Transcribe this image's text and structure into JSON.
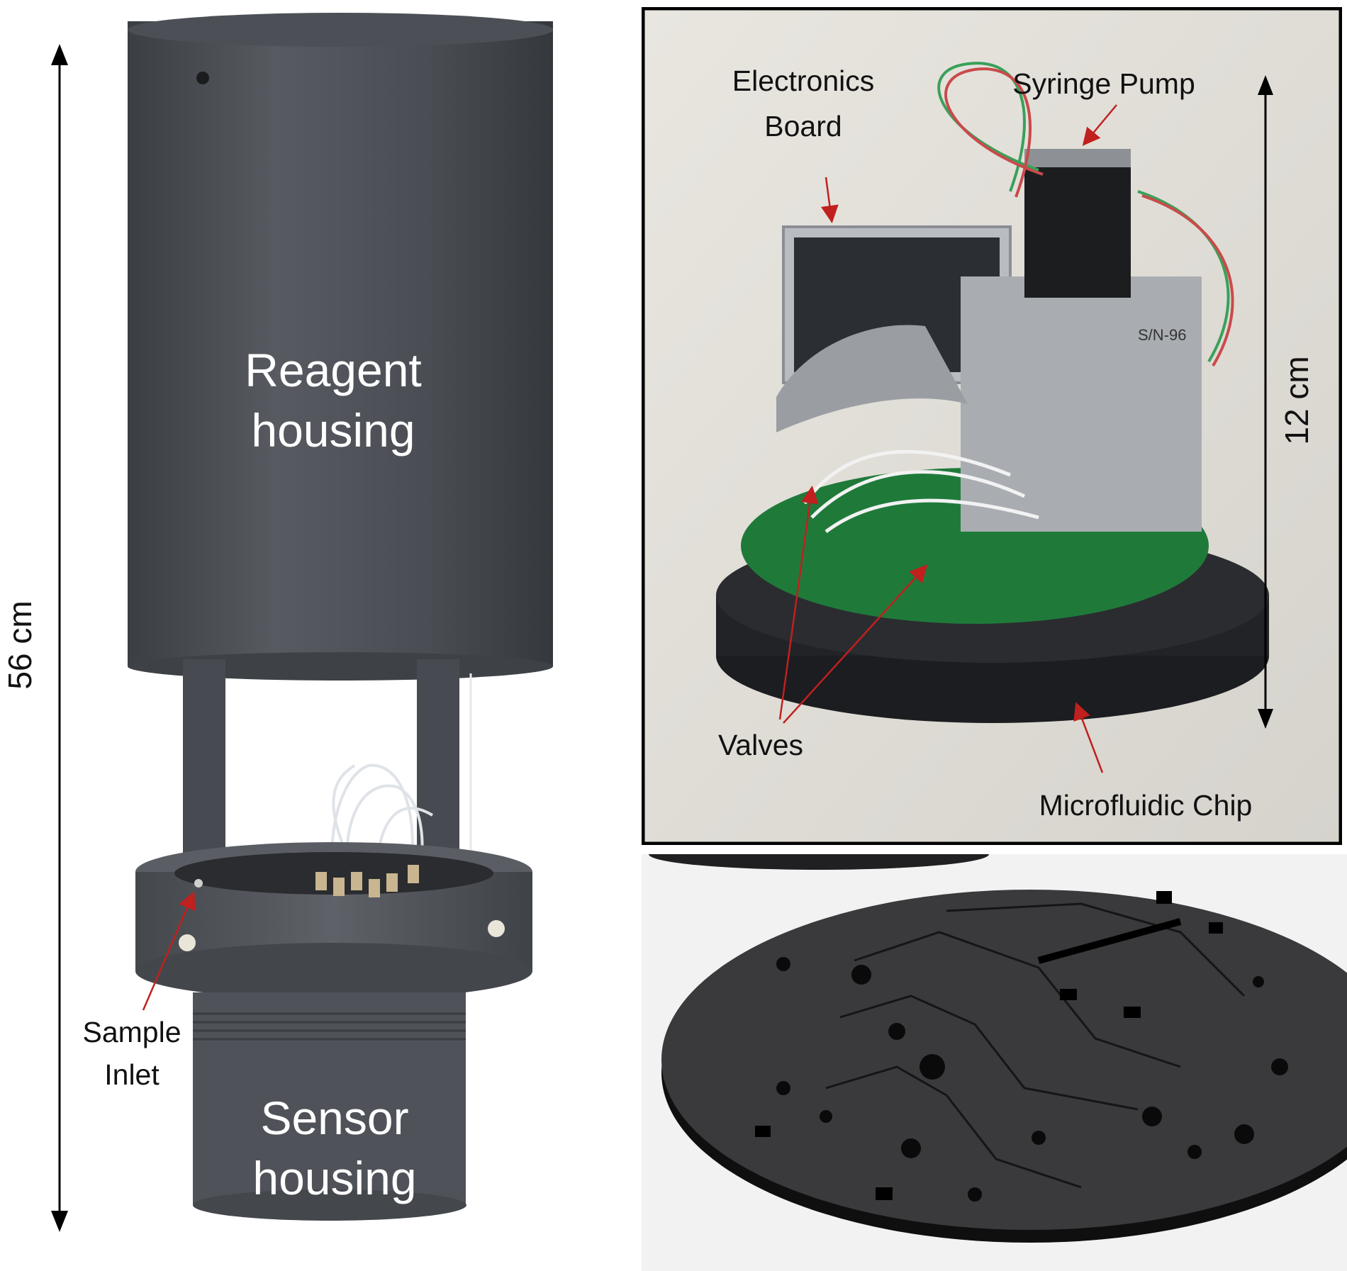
{
  "left_panel": {
    "height_label": "56 cm",
    "reagent_line1": "Reagent",
    "reagent_line2": "housing",
    "sensor_line1": "Sensor",
    "sensor_line2": "housing",
    "sample_line1": "Sample",
    "sample_line2": "Inlet"
  },
  "top_right_panel": {
    "electronics_line1": "Electronics",
    "electronics_line2": "Board",
    "syringe_label": "Syringe Pump",
    "height_label": "12 cm",
    "valves_label": "Valves",
    "chip_label": "Microfluidic Chip",
    "serial_label": "S/N-96"
  },
  "colors": {
    "housing": "#4b4f55",
    "arrow_red": "#c0201e",
    "pcb_green": "#1f7a3a",
    "border": "#000000"
  }
}
